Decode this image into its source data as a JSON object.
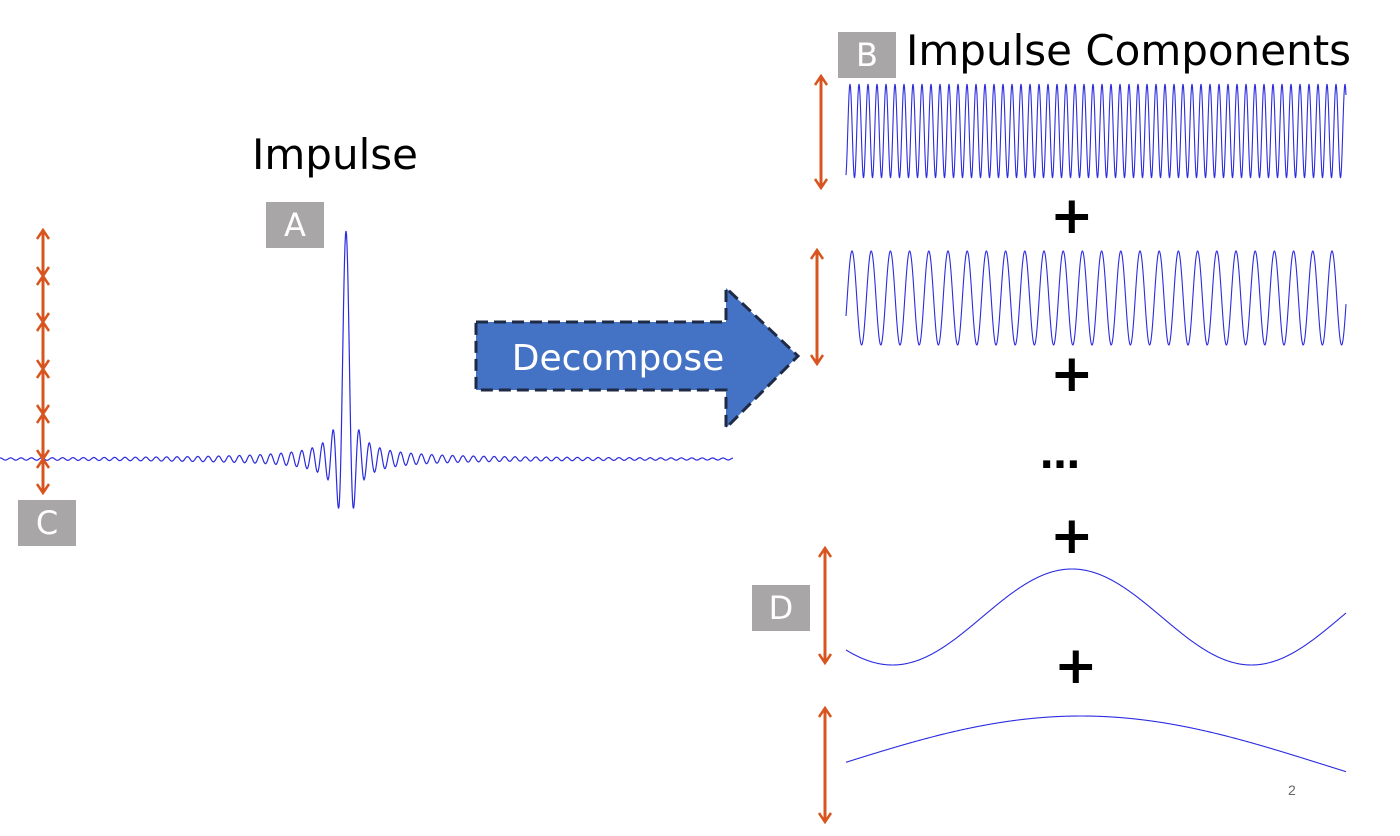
{
  "slide": {
    "impulse_title": "Impulse",
    "components_title": "Impulse Components",
    "decompose_label": "Decompose",
    "tags": {
      "a": "A",
      "b": "B",
      "c": "C",
      "d": "D"
    },
    "plus_sign": "+",
    "ellipsis": "…",
    "page_number": "2"
  },
  "colors": {
    "wave": "#2b2bdf",
    "arrow": "#d8551f",
    "decompose_fill": "#4472c4",
    "decompose_border": "#1f2a44",
    "tag_bg": "#a8a6a6"
  },
  "icons": {
    "decompose": "block-arrow-right",
    "double_arrow": "vertical-double-headed-arrow"
  }
}
